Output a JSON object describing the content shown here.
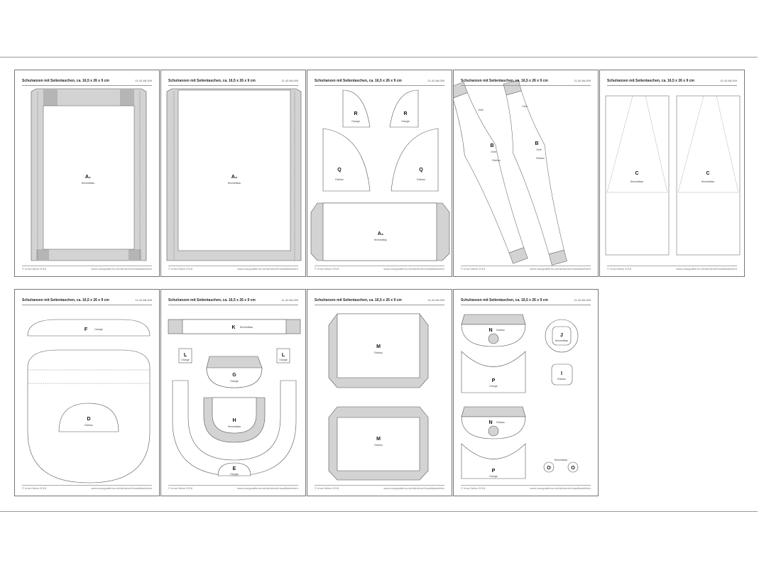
{
  "document": {
    "title": "Schulranzen mit Seitentaschen, ca. 16,5 x 26 x 9 cm",
    "code": "11-42-66-009",
    "copyright": "© Irma Dettar 2018",
    "url": "www.crazypatterns.net/de/store/IrmasBasteleien"
  },
  "pieces": {
    "a1": {
      "label": "A₁",
      "color": "Himmelblau"
    },
    "a2": {
      "label": "A₂",
      "color": "Himmelblau"
    },
    "r": {
      "label": "R",
      "color": "Orange"
    },
    "q": {
      "label": "Q",
      "color": "Eisblau"
    },
    "a3": {
      "label": "A₃",
      "color": "Himmelblau"
    },
    "b1": {
      "label": "B",
      "color": "Gelb",
      "color2": "Eisblau",
      "end": "Gelb"
    },
    "b2": {
      "label": "B",
      "color": "Gelb",
      "color2": "Eisblau",
      "end": "Gelb"
    },
    "c": {
      "label": "C",
      "color": "Himmelblau"
    },
    "f": {
      "label": "F",
      "color": "Orange"
    },
    "d": {
      "label": "D",
      "color": "Eisblau"
    },
    "k": {
      "label": "K",
      "color": "Himmelblau"
    },
    "l": {
      "label": "L",
      "color": "Orange"
    },
    "g": {
      "label": "G",
      "color": "Orange"
    },
    "h": {
      "label": "H",
      "color": "Himmelblau"
    },
    "e": {
      "label": "E",
      "color": "Orange"
    },
    "m1": {
      "label": "M",
      "color": "Eisblau"
    },
    "m2": {
      "label": "M",
      "color": "Eisblau"
    },
    "n": {
      "label": "N",
      "color": "Eisblau"
    },
    "p": {
      "label": "P",
      "color": "Orange"
    },
    "j": {
      "label": "J",
      "color": "Himmelblau"
    },
    "i": {
      "label": "I",
      "color": "Eisblau"
    },
    "o": {
      "label": "O",
      "color": "Himmelblau"
    }
  }
}
